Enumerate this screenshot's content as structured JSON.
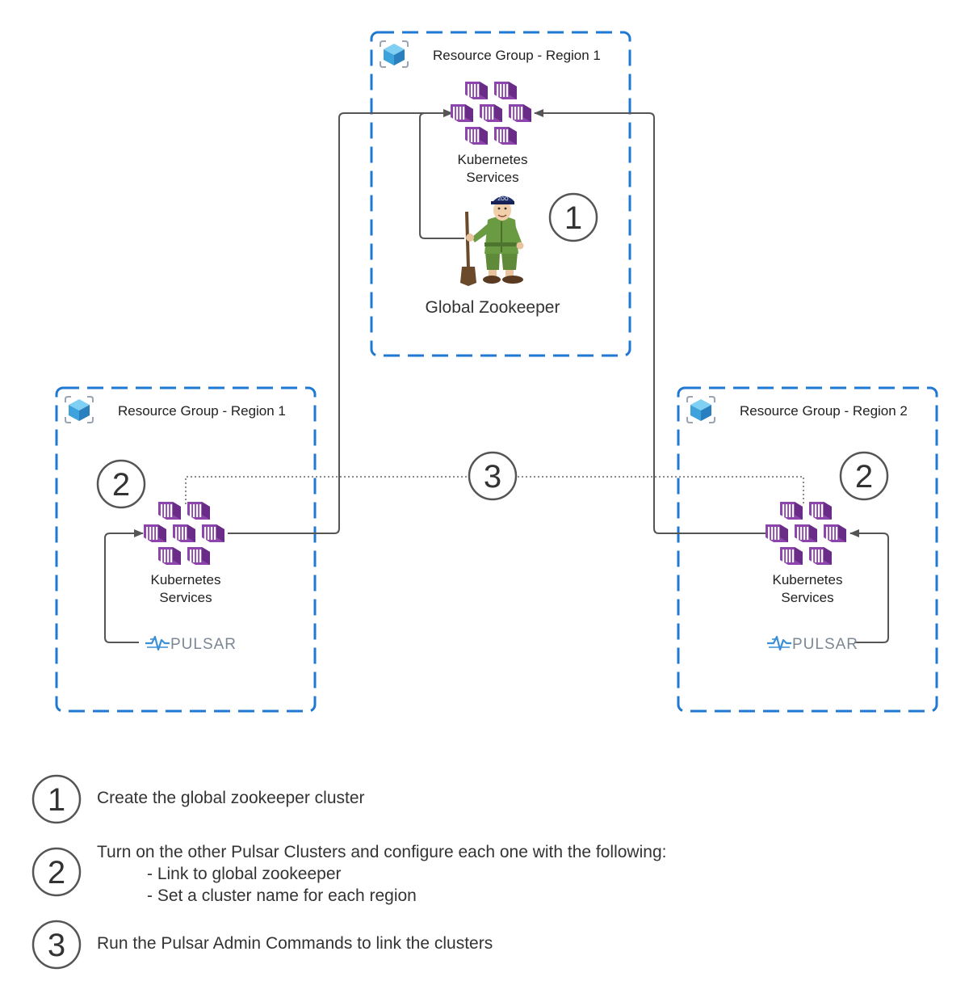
{
  "resource_groups": [
    {
      "title": "Resource Group - Region 1"
    },
    {
      "title": "Resource Group - Region 1"
    },
    {
      "title": "Resource Group - Region 2"
    }
  ],
  "kubernetes": {
    "line1": "Kubernetes",
    "line2": "Services"
  },
  "zookeeper": {
    "label": "Global Zookeeper",
    "cap_text": "ZOO"
  },
  "pulsar": {
    "logo_text": "PULSAR"
  },
  "step_markers": {
    "one": "1",
    "two_left": "2",
    "two_right": "2",
    "three": "3"
  },
  "legend": {
    "items": [
      {
        "number": "1",
        "lines": [
          "Create the global zookeeper cluster"
        ]
      },
      {
        "number": "2",
        "lines": [
          "Turn on the other Pulsar Clusters and configure each one with the following:",
          "- Link to global zookeeper",
          "- Set a cluster name for each region"
        ]
      },
      {
        "number": "3",
        "lines": [
          "Run the Pulsar Admin Commands to link the clusters"
        ]
      }
    ]
  },
  "colors": {
    "group_border": "#1f78d1",
    "kubernetes": "#8e44ad",
    "connector": "#555555",
    "resource_icon": "#3ea3dc",
    "pulsar_wave": "#3b8fd6"
  },
  "icons": [
    "resource-group-icon",
    "kubernetes-icon",
    "zookeeper-mascot-icon",
    "pulsar-logo-icon"
  ]
}
